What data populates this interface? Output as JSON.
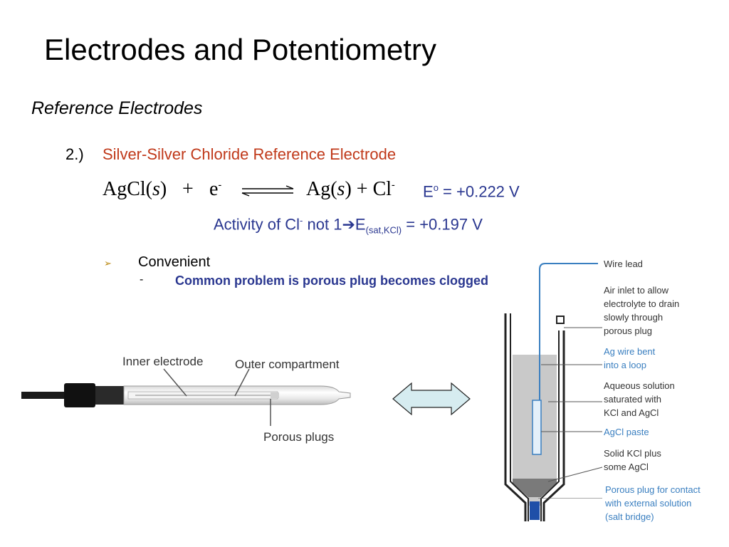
{
  "title": "Electrodes and Potentiometry",
  "subtitle": "Reference Electrodes",
  "item": {
    "number": "2.)",
    "heading": "Silver-Silver Chloride Reference Electrode"
  },
  "reaction": {
    "agcl": "AgCl(",
    "s1": "s",
    "close1": ")",
    "plus1": "+",
    "electron": "e",
    "electron_sup": "-",
    "ag": "Ag(",
    "s2": "s",
    "close2": ") + Cl",
    "cl_sup": "-"
  },
  "potential": {
    "e": "E",
    "sup": "o",
    "value": "= +0.222 V"
  },
  "activity": {
    "text1": "Activity of Cl",
    "sup": "-",
    "text2": "not 1",
    "arrow": "➔",
    "e": "E",
    "sub": "(sat,KCl)",
    "value": "= +0.197 V"
  },
  "bullets": {
    "marker": "➢",
    "convenient": "Convenient",
    "dash": "-",
    "problem": "Common problem is porous plug becomes clogged"
  },
  "photo_labels": {
    "inner": "Inner electrode",
    "outer": "Outer compartment",
    "plugs": "Porous plugs"
  },
  "diagram_labels": {
    "wire": "Wire lead",
    "air1": "Air inlet to allow",
    "air2": "electrolyte to drain",
    "air3": "slowly through",
    "air4": "porous plug",
    "ag1": "Ag wire bent",
    "ag2": "into a loop",
    "aq1": "Aqueous solution",
    "aq2": "saturated with",
    "aq3": "KCl and AgCl",
    "paste": "AgCl paste",
    "solid1": "Solid KCl plus",
    "solid2": "some AgCl",
    "plug1": "Porous plug for contact",
    "plug2": "with external solution",
    "plug3": "(salt bridge)"
  },
  "colors": {
    "heading": "#c0391a",
    "accent_blue": "#2a3790",
    "diagram_blue": "#3a7fc0",
    "arrow_fill": "#d6ecf0",
    "solution": "#c9c9c9"
  }
}
